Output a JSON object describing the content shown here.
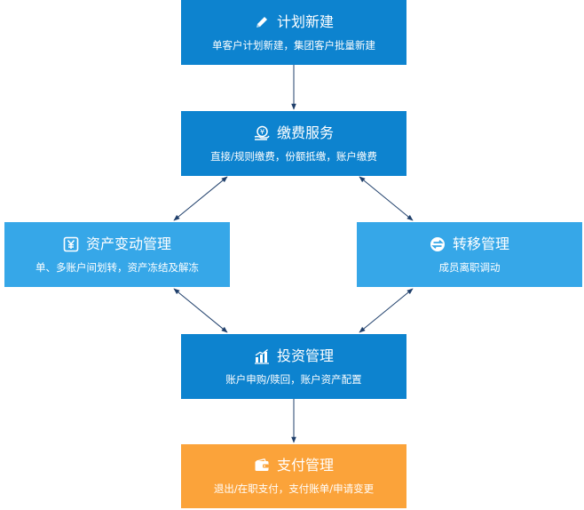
{
  "nodes": {
    "plan": {
      "title": "计划新建",
      "subtitle": "单客户计划新建，集团客户批量新建",
      "icon": "pencil-icon"
    },
    "pay": {
      "title": "缴费服务",
      "subtitle": "直接/规则缴费，份额抵缴，账户缴费",
      "icon": "hand-coin-icon"
    },
    "asset": {
      "title": "资产变动管理",
      "subtitle": "单、多账户间划转，资产冻结及解冻",
      "icon": "yen-box-icon"
    },
    "transfer": {
      "title": "转移管理",
      "subtitle": "成员离职调动",
      "icon": "transfer-circle-icon"
    },
    "invest": {
      "title": "投资管理",
      "subtitle": "账户申购/赎回，账户资产配置",
      "icon": "bar-chart-icon"
    },
    "payout": {
      "title": "支付管理",
      "subtitle": "退出/在职支付，支付账单/申请变更",
      "icon": "wallet-icon"
    }
  },
  "colors": {
    "primary": "#0d83cf",
    "secondary": "#36a7e8",
    "accent": "#fba33a",
    "connector": "#1f3f6b"
  }
}
